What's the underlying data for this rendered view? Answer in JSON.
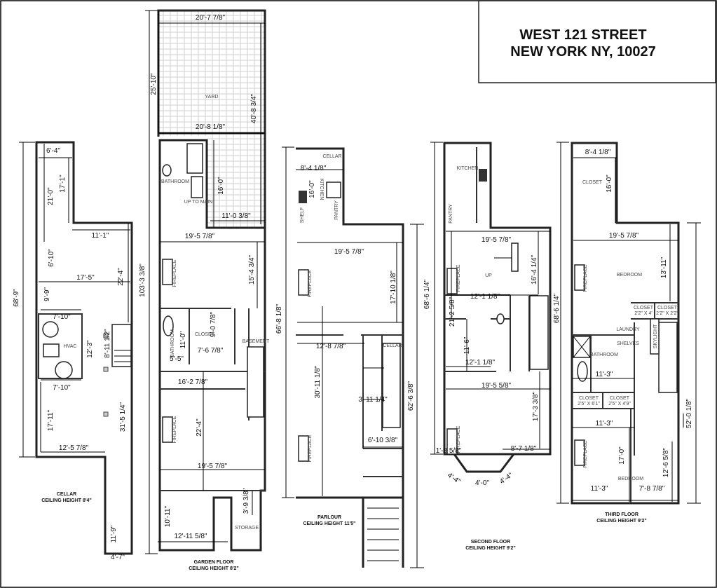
{
  "title": {
    "line1": "WEST 121 STREET",
    "line2": "NEW YORK NY, 10027"
  },
  "cellar": {
    "name": "CELLAR",
    "ceiling": "CEILING HEIGHT  8'4\"",
    "rooms": [
      "HVAC"
    ],
    "dims": [
      "6'-4\"",
      "17'-1\"",
      "21'-0\"",
      "11'-1\"",
      "6'-10\"",
      "17'-5\"",
      "22'-4\"",
      "9'-9\"",
      "7'-10\"",
      "12'-3\"",
      "8'-11 1/2\"",
      "7'-10\"",
      "17'-11\"",
      "12'-5 7/8\"",
      "31'-5 1/4\"",
      "68'-9\"",
      "11'-9\"",
      "4'-7\""
    ]
  },
  "garden": {
    "name": "GARDEN FLOOR",
    "ceiling": "CEILING HEIGHT  8'2\"",
    "rooms": [
      "YARD",
      "BATHROOM",
      "UP TO MAIN",
      "FIREPLACE",
      "BATHROOM",
      "CLOSET",
      "BASEMENT",
      "FIREPLACE",
      "STORAGE"
    ],
    "dims": [
      "20'-7 7/8\"",
      "25'-10\"",
      "20'-8 1/8\"",
      "40'-8 3/4\"",
      "16'-0\"",
      "11'-0 3/8\"",
      "19'-5 7/8\"",
      "15'-4 3/4\"",
      "103'-3 3/8\"",
      "11'-0\"",
      "9'-0 7/8\"",
      "7'-6 7/8\"",
      "5'-5\"",
      "16'-2 7/8\"",
      "22'-4\"",
      "19'-5 7/8\"",
      "3'-9 3/8\"",
      "10'-11\"",
      "12'-11 5/8\""
    ]
  },
  "parlour": {
    "name": "PARLOUR",
    "ceiling": "CEILING HEIGHT 11'5\"",
    "rooms": [
      "CELLAR",
      "KITCHEN",
      "SHELF",
      "PANTRY",
      "FIREPLACE",
      "CELLAR",
      "FIREPLACE"
    ],
    "dims": [
      "8'-4 1/8\"",
      "16'-0\"",
      "19'-5 7/8\"",
      "17'-10 1/8\"",
      "12'-8 7/8\"",
      "30'-11 1/8\"",
      "3'-11 1/4\"",
      "6'-10 3/8\"",
      "66'-8 1/8\"",
      "62'-6 3/8\""
    ]
  },
  "second": {
    "name": "SECOND FLOOR",
    "ceiling": "CEILING HEIGHT 9'2\"",
    "rooms": [
      "KITCHEN",
      "PANTRY",
      "FIREPLACE",
      "UP",
      "FIREPLACE"
    ],
    "dims": [
      "19'-5 7/8\"",
      "16'-4 1/4\"",
      "21'-2 5/8\"",
      "12'-1 1/8\"",
      "11'-6\"",
      "12'-1 1/8\"",
      "19'-5 5/8\"",
      "17'-3 3/8\"",
      "1'-8 5/8\"",
      "8'-7 1/8\"",
      "4'-4\"",
      "4'-0\"",
      "4'-4\"",
      "68'-6 1/4\""
    ]
  },
  "third": {
    "name": "THIRD FLOOR",
    "ceiling": "CEILING HEIGHT  9'2\"",
    "rooms": [
      "CLOSET",
      "FIREPLACE",
      "BEDROOM",
      "CLOSET",
      "2'2\" X 4'",
      "CLOSET",
      "2'2\" X 2'2\"",
      "LAUNDRY",
      "SKYLIGHT",
      "BATHROOM",
      "SHELVES",
      "CLOSET",
      "2'5\" X 6'1\"",
      "CLOSET",
      "2'5\" X 4'9\"",
      "FIREPLACE",
      "BEDROOM"
    ],
    "dims": [
      "8'-4 1/8\"",
      "16'-0\"",
      "19'-5 7/8\"",
      "13'-11\"",
      "11'-3\"",
      "11'-3\"",
      "17'-0\"",
      "12'-6 5/8\"",
      "11'-3\"",
      "7'-8 7/8\"",
      "68'-6 1/4\"",
      "52'-0 1/8\""
    ]
  }
}
